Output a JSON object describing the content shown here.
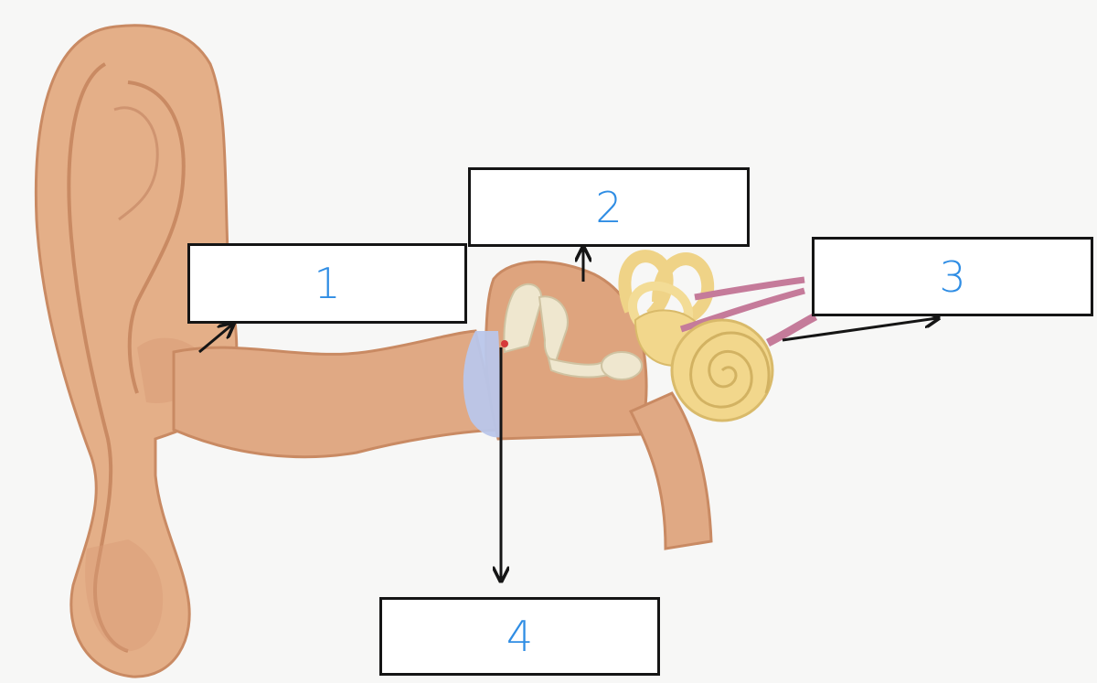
{
  "diagram": {
    "labels": [
      {
        "id": "1",
        "text": "1"
      },
      {
        "id": "2",
        "text": "2"
      },
      {
        "id": "3",
        "text": "3"
      },
      {
        "id": "4",
        "text": "4"
      }
    ]
  },
  "colors": {
    "skin": "#e2ad86",
    "skin_dark": "#c98a63",
    "eardrum": "#b9c6ea",
    "ossicle": "#efe7cf",
    "inner_ear": "#f2d78c",
    "nerve": "#c57b9a",
    "label_text": "#2f8de4",
    "arrow": "#151515"
  }
}
